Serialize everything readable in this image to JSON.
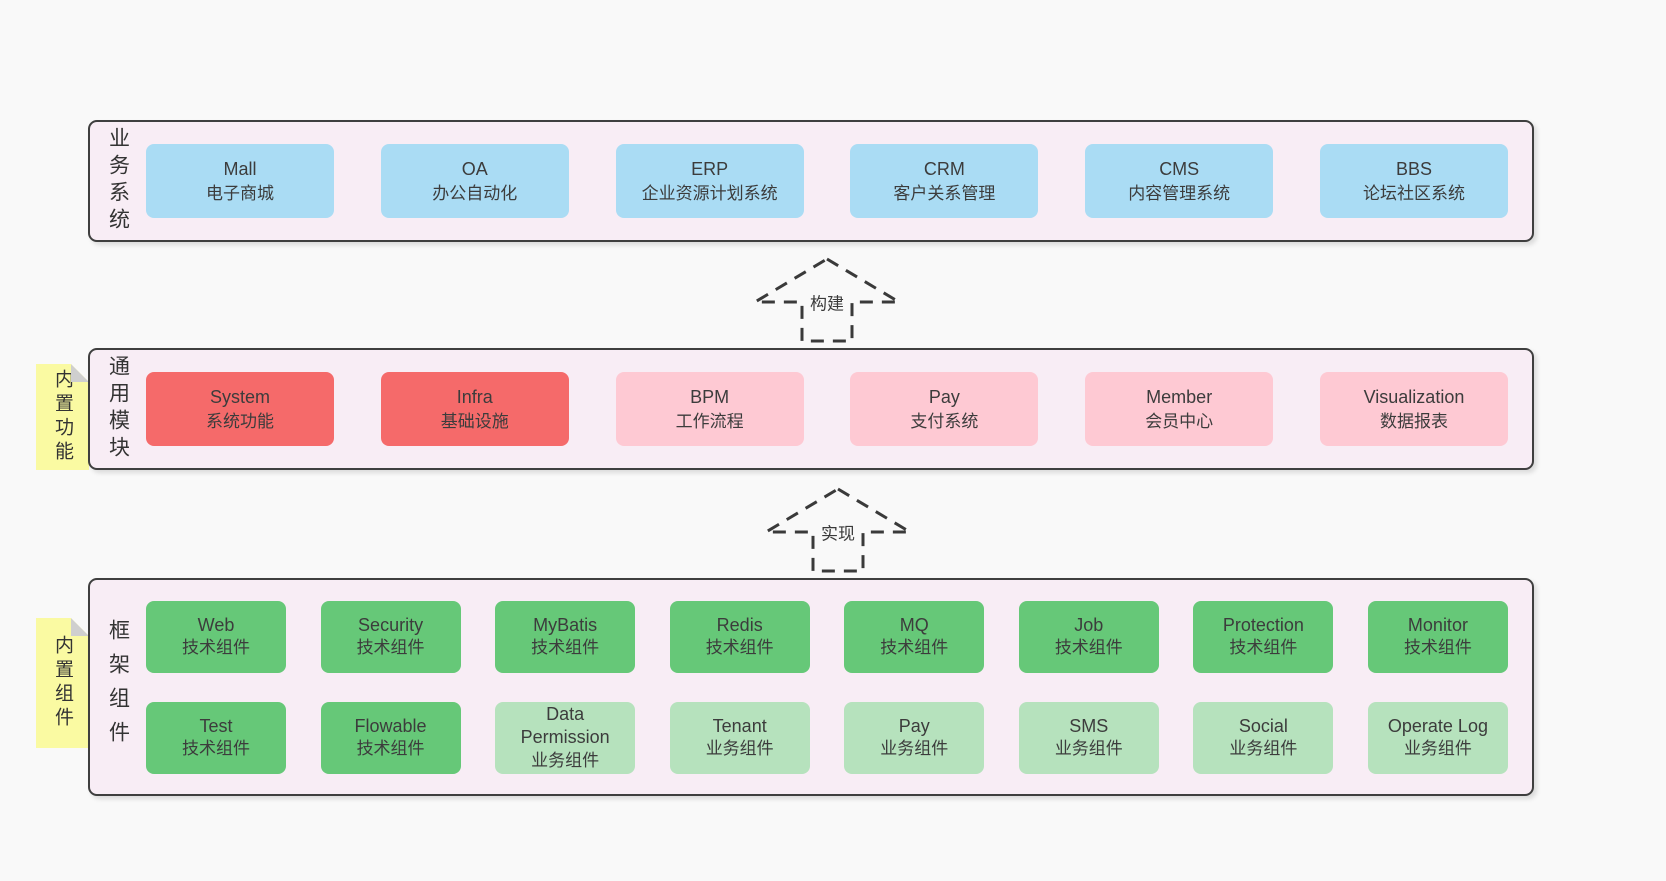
{
  "colors": {
    "page_bg": "#f9f9f9",
    "panel_bg": "#f8edf5",
    "panel_border": "#3f3f3f",
    "box_blue": "#aadcf4",
    "box_red": "#f56a6a",
    "box_pink": "#fec9d3",
    "box_green": "#66c878",
    "box_light_green": "#b6e2bd",
    "note_yellow": "#fafaa2",
    "note_fold": "#cfcfcf",
    "text": "#3c3c3c"
  },
  "panels": [
    {
      "side_label": "业务系统",
      "boxes": [
        {
          "title": "Mall",
          "subtitle": "电子商城"
        },
        {
          "title": "OA",
          "subtitle": "办公自动化"
        },
        {
          "title": "ERP",
          "subtitle": "企业资源计划系统"
        },
        {
          "title": "CRM",
          "subtitle": "客户关系管理"
        },
        {
          "title": "CMS",
          "subtitle": "内容管理系统"
        },
        {
          "title": "BBS",
          "subtitle": "论坛社区系统"
        }
      ]
    },
    {
      "side_label": "通用模块",
      "sticky_label": "内置功能",
      "boxes": [
        {
          "title": "System",
          "subtitle": "系统功能"
        },
        {
          "title": "Infra",
          "subtitle": "基础设施"
        },
        {
          "title": "BPM",
          "subtitle": "工作流程"
        },
        {
          "title": "Pay",
          "subtitle": "支付系统"
        },
        {
          "title": "Member",
          "subtitle": "会员中心"
        },
        {
          "title": "Visualization",
          "subtitle": "数据报表"
        }
      ]
    },
    {
      "side_label": "框架组件",
      "sticky_label": "内置组件",
      "rows": [
        [
          {
            "title": "Web",
            "subtitle": "技术组件"
          },
          {
            "title": "Security",
            "subtitle": "技术组件"
          },
          {
            "title": "MyBatis",
            "subtitle": "技术组件"
          },
          {
            "title": "Redis",
            "subtitle": "技术组件"
          },
          {
            "title": "MQ",
            "subtitle": "技术组件"
          },
          {
            "title": "Job",
            "subtitle": "技术组件"
          },
          {
            "title": "Protection",
            "subtitle": "技术组件"
          },
          {
            "title": "Monitor",
            "subtitle": "技术组件"
          }
        ],
        [
          {
            "title": "Test",
            "subtitle": "技术组件"
          },
          {
            "title": "Flowable",
            "subtitle": "技术组件"
          },
          {
            "title": "Data Permission",
            "subtitle": "业务组件"
          },
          {
            "title": "Tenant",
            "subtitle": "业务组件"
          },
          {
            "title": "Pay",
            "subtitle": "业务组件"
          },
          {
            "title": "SMS",
            "subtitle": "业务组件"
          },
          {
            "title": "Social",
            "subtitle": "业务组件"
          },
          {
            "title": "Operate Log",
            "subtitle": "业务组件"
          }
        ]
      ]
    }
  ],
  "arrows": [
    {
      "label": "构建"
    },
    {
      "label": "实现"
    }
  ]
}
